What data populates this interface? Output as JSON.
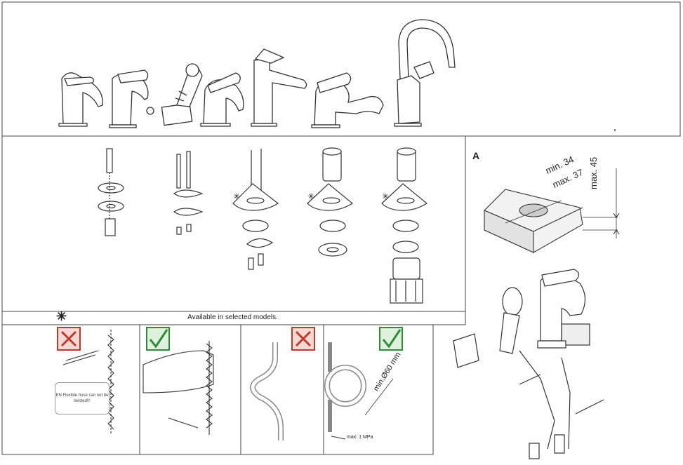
{
  "notes": {
    "available_text": "Available in selected models.",
    "asterisk_symbol": "✳"
  },
  "detail_a": {
    "label": "A",
    "min_label": "min. 34",
    "max_label": "max. 37",
    "thickness_label": "max. 45"
  },
  "hose": {
    "twist_warning": "EN Flexible hose can not be twisted!!!",
    "bend_radius": "min.Ø60 mm",
    "pressure": "max: 1  MPa"
  },
  "colors": {
    "line": "#333333",
    "wrong": "#c0392b",
    "right": "#2e8b3a",
    "frame": "#444444"
  }
}
